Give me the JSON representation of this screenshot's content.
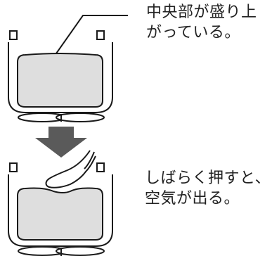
{
  "annotations": {
    "top": {
      "line1": "中央部が盛り上",
      "line2": "がっている。"
    },
    "bottom": {
      "line1": "しばらく押すと、",
      "line2": "空気が出る。"
    }
  },
  "colors": {
    "outline": "#1a1a1a",
    "fill": "#dedede",
    "arrow": "#5a5a5a",
    "background": "#ffffff"
  }
}
